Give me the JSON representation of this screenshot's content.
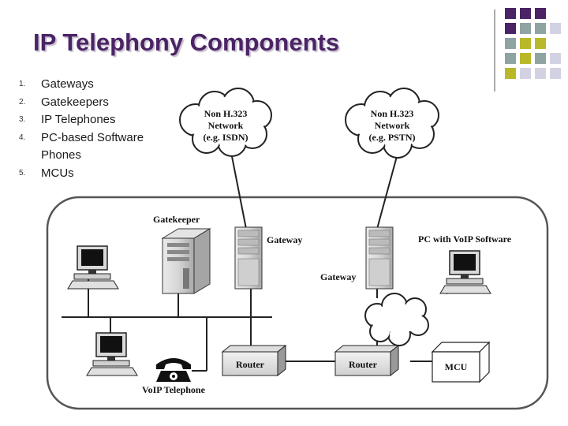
{
  "slide": {
    "title": "IP Telephony Components",
    "bullets": [
      {
        "number": "1.",
        "text": "Gateways"
      },
      {
        "number": "2.",
        "text": "Gatekeepers"
      },
      {
        "number": "3.",
        "text": "IP Telephones"
      },
      {
        "number": "4.",
        "text": "PC-based Software Phones"
      },
      {
        "number": "5.",
        "text": "MCUs"
      }
    ]
  },
  "diagram": {
    "cloud_left": {
      "line1": "Non H.323",
      "line2": "Network",
      "line3": "(e.g. ISDN)"
    },
    "cloud_right": {
      "line1": "Non H.323",
      "line2": "Network",
      "line3": "(e.g. PSTN)"
    },
    "gatekeeper": "Gatekeeper",
    "gateway_left": "Gateway",
    "gateway_right": "Gateway",
    "pc_voip": "PC with VoIP Software",
    "router_left": "Router",
    "router_right": "Router",
    "mcu": "MCU",
    "voip_telephone": "VoIP Telephone"
  },
  "colors": {
    "purple": "#4b2466",
    "teal": "#8fa3a3",
    "olive": "#b9b82a",
    "lavender": "#d3d2e2"
  }
}
